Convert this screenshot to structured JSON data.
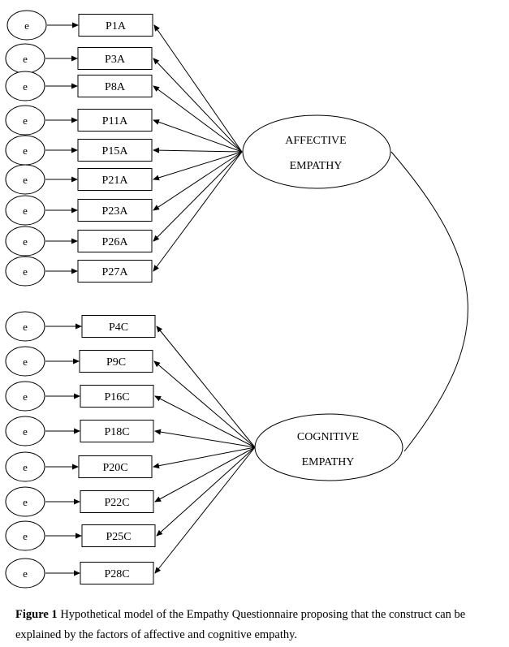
{
  "factors": {
    "affective": {
      "line1": "AFFECTIVE",
      "line2": "EMPATHY"
    },
    "cognitive": {
      "line1": "COGNITIVE",
      "line2": "EMPATHY"
    }
  },
  "error_label": "e",
  "indicators": {
    "affective": [
      "P1A",
      "P3A",
      "P8A",
      "P11A",
      "P15A",
      "P21A",
      "P23A",
      "P26A",
      "P27A"
    ],
    "cognitive": [
      "P4C",
      "P9C",
      "P16C",
      "P18C",
      "P20C",
      "P22C",
      "P25C",
      "P28C"
    ]
  },
  "caption": {
    "label": "Figure 1",
    "text": " Hypothetical model of the Empathy Questionnaire proposing that the construct can be explained by the factors of affective and cognitive empathy."
  }
}
